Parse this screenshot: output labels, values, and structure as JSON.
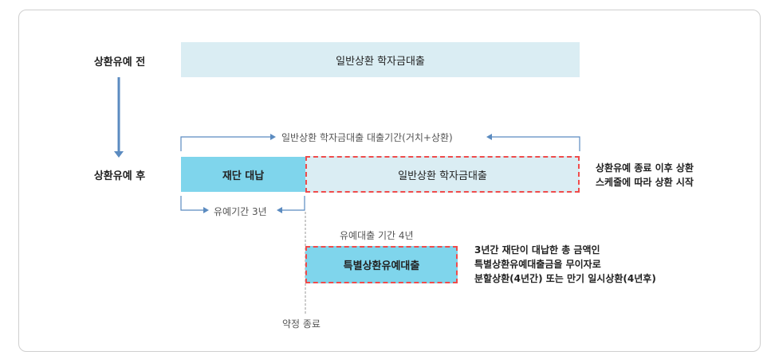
{
  "rows": {
    "before_label": "상환유예 전",
    "after_label": "상환유예 후"
  },
  "before": {
    "bar_label": "일반상환 학자금대출"
  },
  "after": {
    "period_caption": "일반상환 학자금대출 대출기간(거치+상환)",
    "foundation_bar_label": "재단 대납",
    "general_bar_label": "일반상환 학자금대출",
    "general_note_lines": [
      "상환유예 종료 이후 상환",
      "스케줄에 따라 상환 시작"
    ],
    "grace_caption": "유예기간 3년",
    "special_period_caption": "유예대출 기간 4년",
    "special_bar_label": "특별상환유예대출",
    "special_note_lines": [
      "3년간 재단이 대납한 총 금액인",
      "특별상환유예대출금을 무이자로",
      "분할상환(4년간) 또는 만기 일시상환(4년후)"
    ],
    "agreement_end_caption": "약정 종료"
  },
  "colors": {
    "light_bar": "#daedf3",
    "blue_bar": "#7fd5ec",
    "dashed_border": "#ef4b4b",
    "arrow": "#5b8bc0",
    "card_border": "#cfcfcf"
  }
}
